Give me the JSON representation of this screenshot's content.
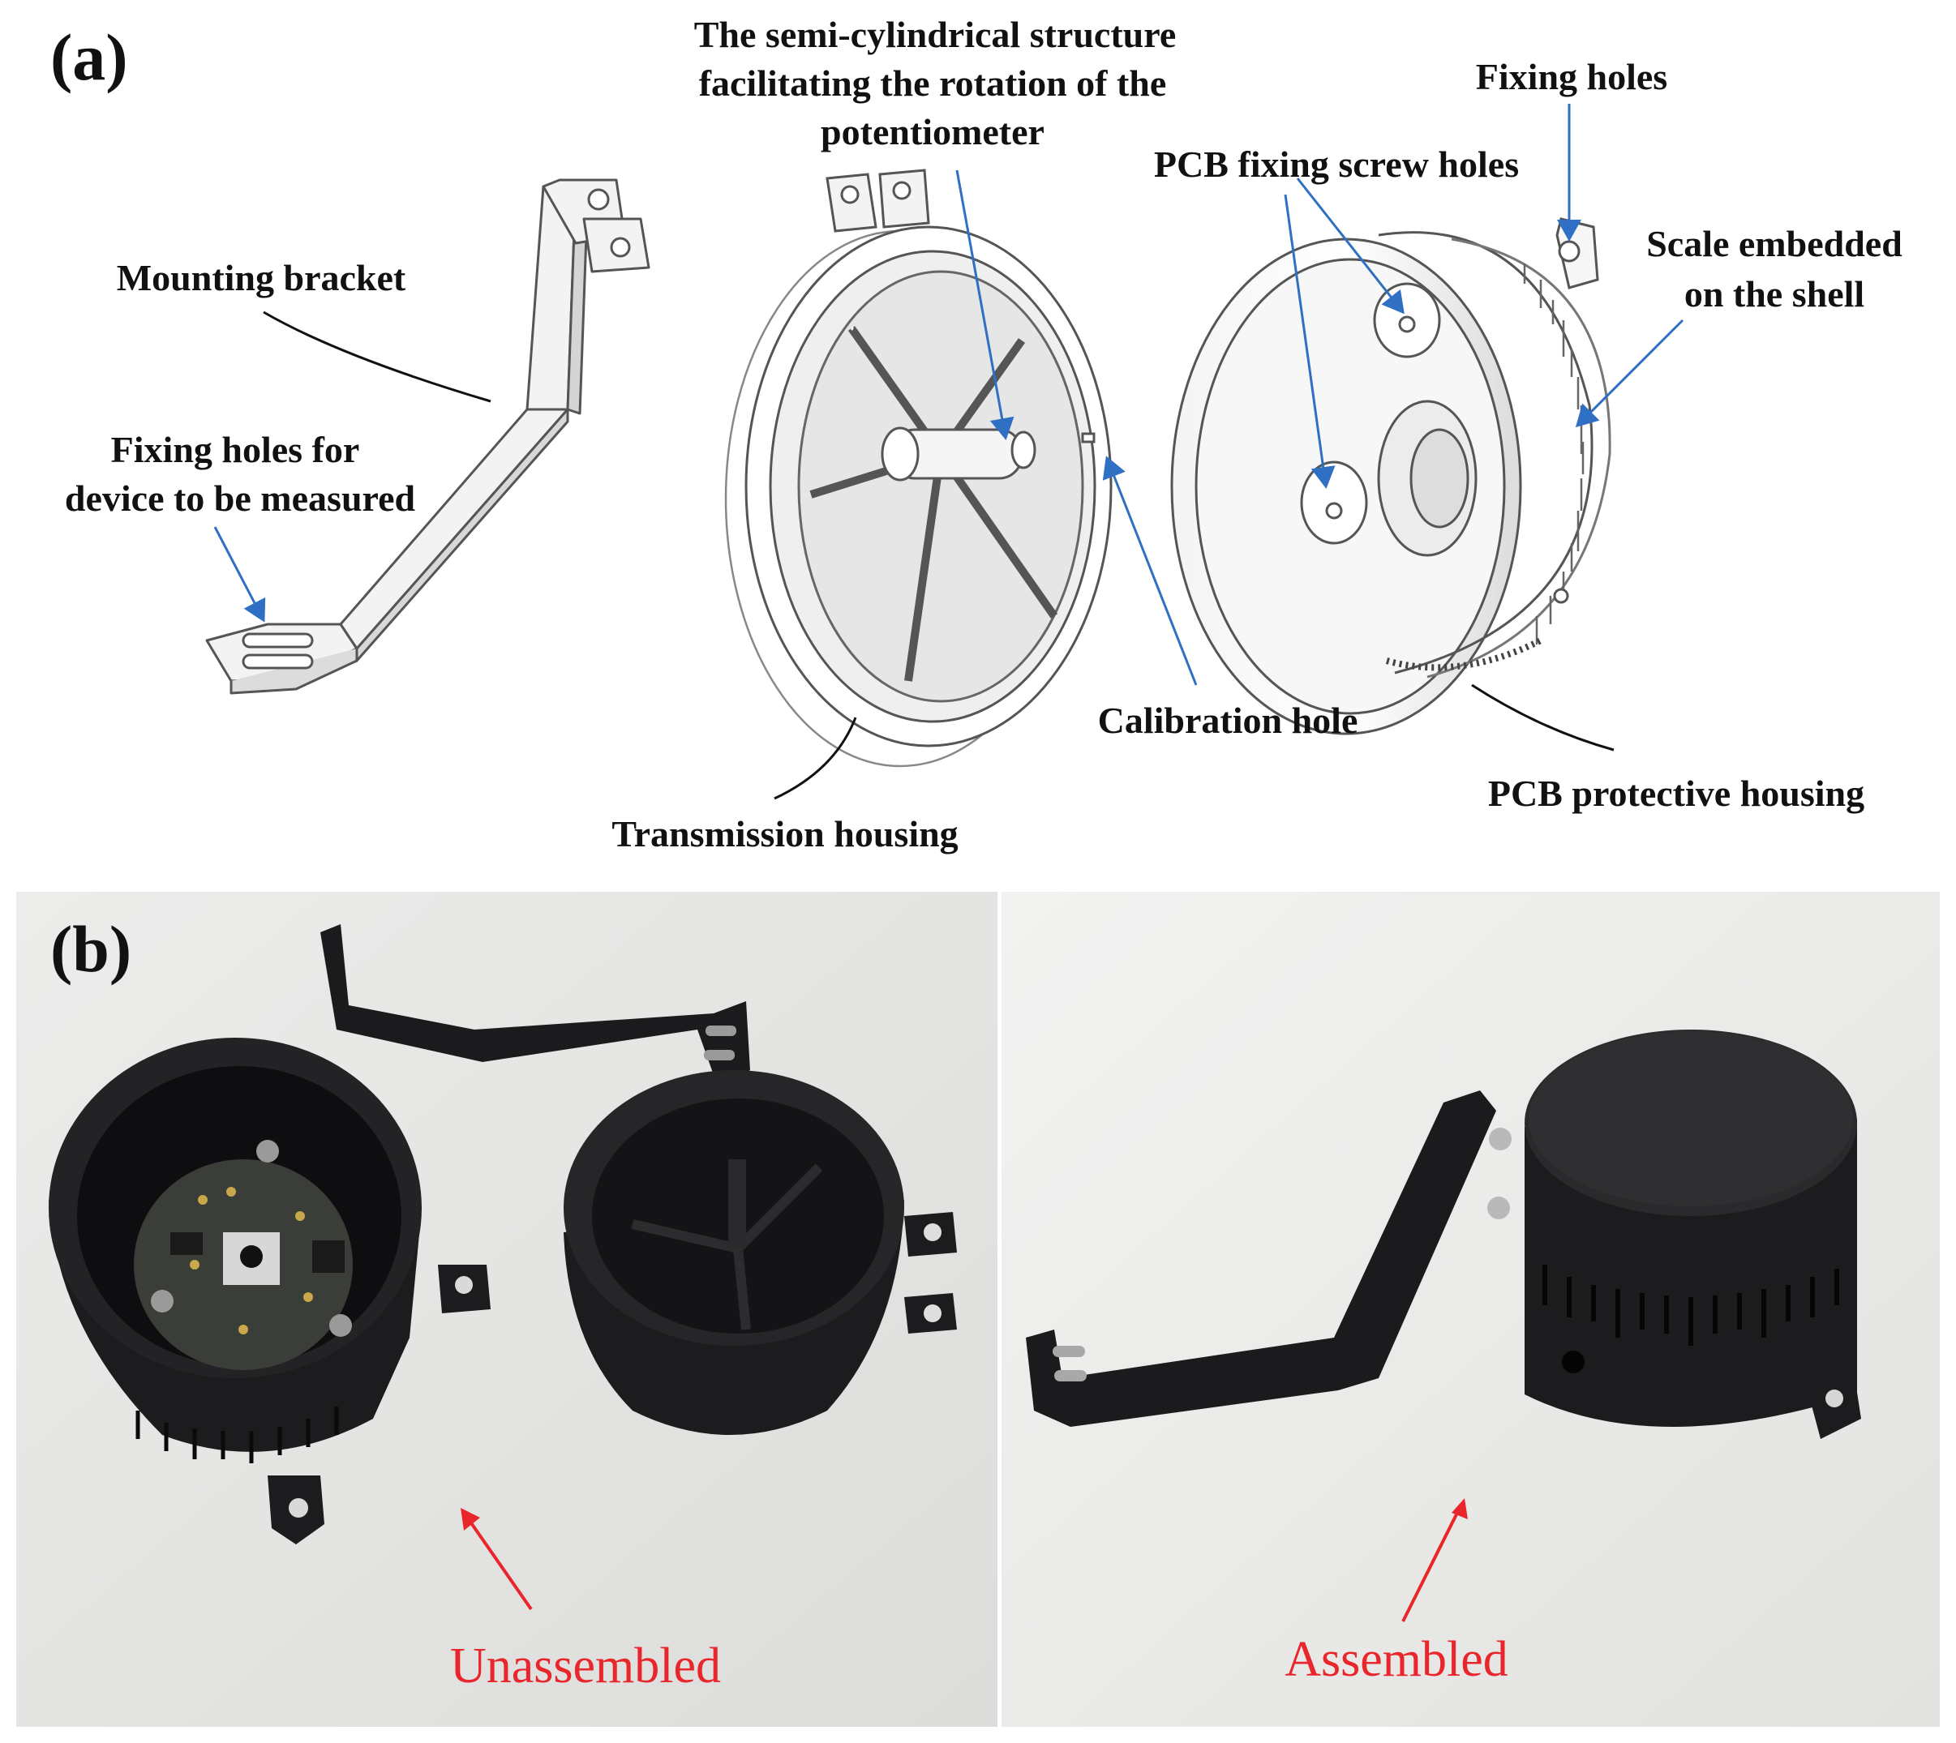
{
  "panel_a": {
    "letter": "(a)",
    "labels": {
      "semi_cyl_line1": "The semi-cylindrical structure",
      "semi_cyl_line2": "facilitating the rotation of the",
      "semi_cyl_line3": "potentiometer",
      "fixing_holes": "Fixing holes",
      "pcb_screw_holes": "PCB fixing screw holes",
      "scale_line1": "Scale embedded",
      "scale_line2": "on the shell",
      "mounting_bracket": "Mounting bracket",
      "fixing_device_line1": "Fixing holes for",
      "fixing_device_line2": "device to be measured",
      "calibration_hole": "Calibration hole",
      "pcb_housing": "PCB protective housing",
      "transmission_housing": "Transmission housing"
    }
  },
  "panel_b": {
    "letter": "(b)",
    "unassembled": "Unassembled",
    "assembled": "Assembled"
  },
  "colors": {
    "arrow_blue": "#2f6fc4",
    "annotation_red": "#e8262b",
    "photo_background": "#e4e4e2",
    "part_black": "#1b1b1d"
  }
}
